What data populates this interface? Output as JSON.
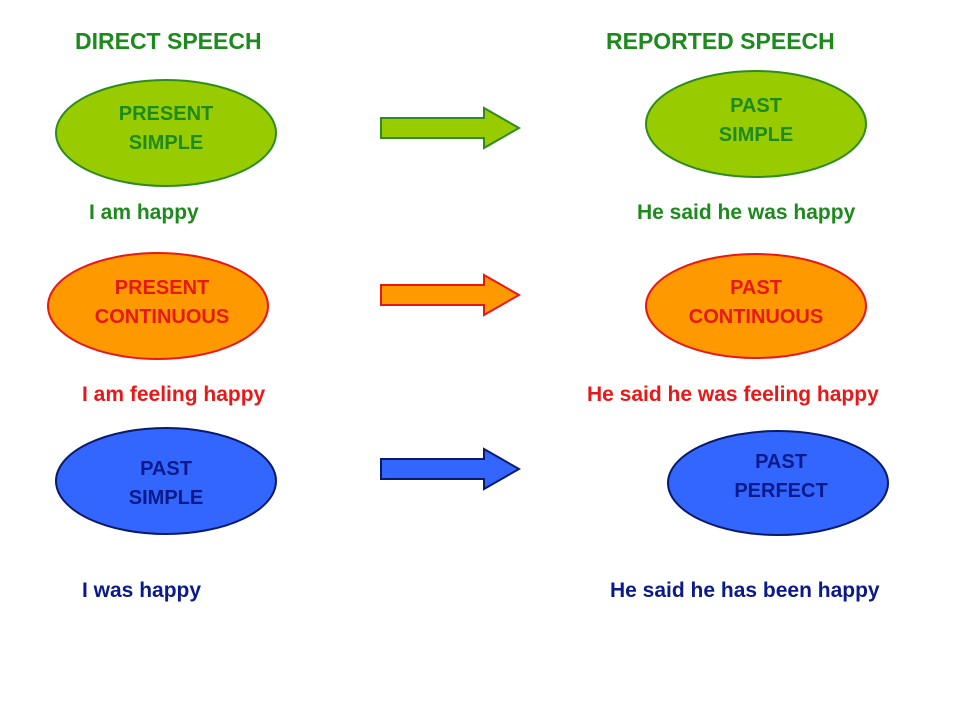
{
  "headers": {
    "direct": "DIRECT SPEECH",
    "reported": "REPORTED SPEECH"
  },
  "rows": [
    {
      "direct_tense": [
        "PRESENT",
        "SIMPLE"
      ],
      "reported_tense": [
        "PAST",
        "SIMPLE"
      ],
      "direct_example": "I am happy",
      "reported_example": "He said he was happy",
      "fill": "#99cc00",
      "stroke": "#2e8b1e",
      "text_color": "#1c8a1c"
    },
    {
      "direct_tense": [
        "PRESENT",
        "CONTINUOUS"
      ],
      "reported_tense": [
        "PAST",
        "CONTINUOUS"
      ],
      "direct_example": "I am feeling happy",
      "reported_example": "He said he was feeling happy",
      "fill": "#ff9900",
      "stroke": "#e81818",
      "text_color": "#e81818"
    },
    {
      "direct_tense": [
        "PAST",
        "SIMPLE"
      ],
      "reported_tense": [
        "PAST",
        "PERFECT"
      ],
      "direct_example": "I was happy",
      "reported_example": "He said he has been happy",
      "fill": "#3366ff",
      "stroke": "#0a1a6a",
      "text_color": "#0a1a8a"
    }
  ]
}
